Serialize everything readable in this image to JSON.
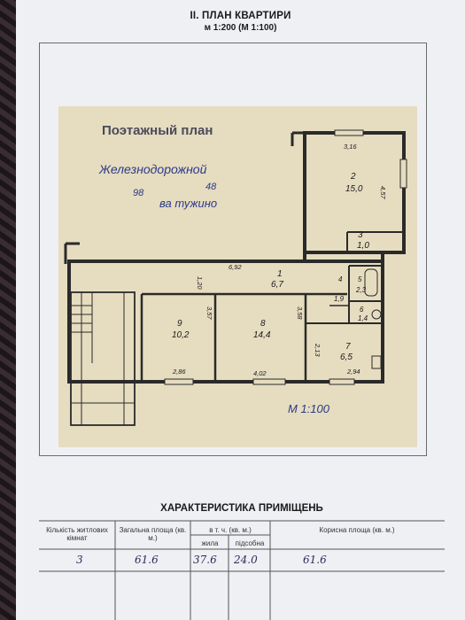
{
  "header": {
    "title": "ІІ. ПЛАН КВАРТИРИ",
    "scale": "м 1:200 (М 1:100)"
  },
  "stamp": {
    "title": "Поэтажный план",
    "handwritten_street": "Железнодорожной",
    "house_number": "98",
    "apartment_number": "48",
    "handwritten_floor": "ва тужино"
  },
  "rooms": [
    {
      "no": "1",
      "area": "6,7"
    },
    {
      "no": "2",
      "area": "15,0"
    },
    {
      "no": "3",
      "area": "1,0"
    },
    {
      "no": "4",
      "area": "1,9"
    },
    {
      "no": "5",
      "area": "2,3"
    },
    {
      "no": "6",
      "area": "1,4"
    },
    {
      "no": "7",
      "area": "6,5"
    },
    {
      "no": "8",
      "area": "14,4"
    },
    {
      "no": "9",
      "area": "10,2"
    }
  ],
  "dimensions": {
    "d_316": "3,16",
    "d_457": "4,57",
    "d_692": "6,92",
    "d_120": "1,20",
    "d_357": "3,57",
    "d_358": "3,58",
    "d_213": "2,13",
    "d_286": "2,86",
    "d_402": "4,02",
    "d_294": "2,94"
  },
  "scale_note": "М 1:100",
  "table": {
    "title": "ХАРАКТЕРИСТИКА ПРИМІЩЕНЬ",
    "col_rooms": "Кількість житлових кімнат",
    "col_total": "Загальна площа (кв. м.)",
    "col_incl": "в т. ч. (кв. м.)",
    "col_living": "жила",
    "col_aux": "підсобна",
    "col_useful": "Корисна площа (кв. м.)",
    "rooms_count": "3",
    "total_area": "61.6",
    "living_area": "37.6",
    "aux_area": "24.0",
    "useful_area": "61.6"
  }
}
